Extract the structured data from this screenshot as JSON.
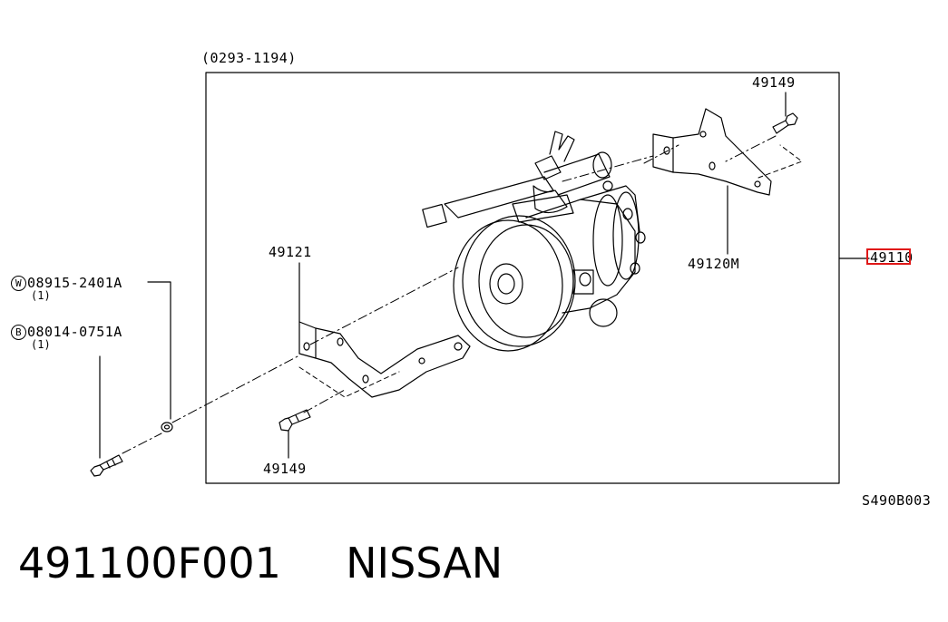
{
  "diagram": {
    "date_range": "(0293-1194)",
    "figure_code": "S490B003",
    "highlight_color": "#e01818",
    "callouts": {
      "bolt_top": "49149",
      "bracket_rear": "49120M",
      "bracket_front": "49121",
      "bolt_lower": "49149",
      "pump_assembly": "49110"
    },
    "side_parts": [
      {
        "symbol": "W",
        "part_no": "08915-2401A",
        "qty": "(1)"
      },
      {
        "symbol": "B",
        "part_no": "08014-0751A",
        "qty": "(1)"
      }
    ]
  },
  "footer": {
    "part_number": "491100F001",
    "brand": "NISSAN"
  }
}
